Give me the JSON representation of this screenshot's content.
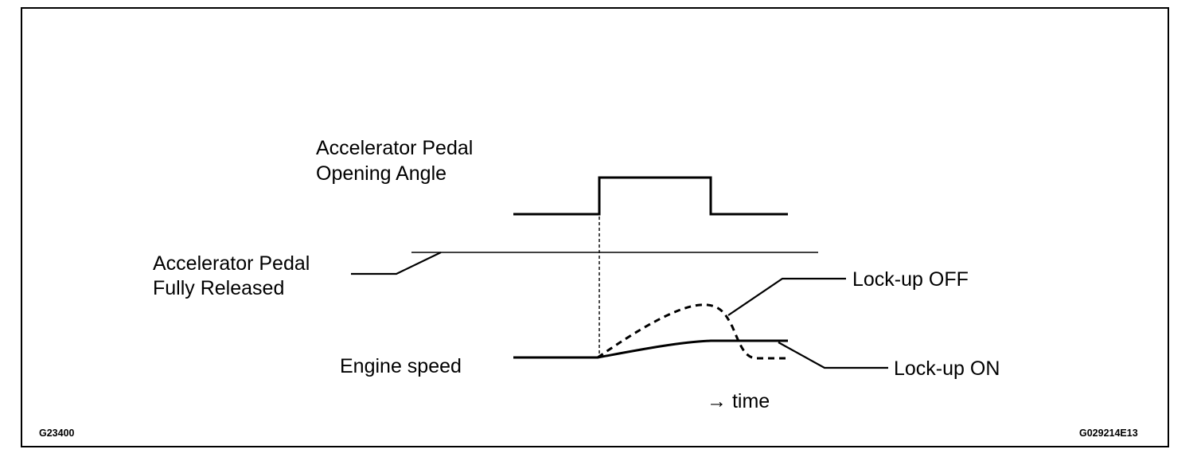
{
  "labels": {
    "pedal_angle_line1": "Accelerator Pedal",
    "pedal_angle_line2": "Opening Angle",
    "pedal_released_line1": "Accelerator Pedal",
    "pedal_released_line2": "Fully Released",
    "engine_speed": "Engine speed",
    "lockup_off": "Lock-up OFF",
    "lockup_on": "Lock-up ON",
    "time": "time",
    "time_arrow": "→"
  },
  "codes": {
    "left": "G23400",
    "right": "G029214E13"
  },
  "styles": {
    "ink": "#000000",
    "background": "#ffffff"
  }
}
